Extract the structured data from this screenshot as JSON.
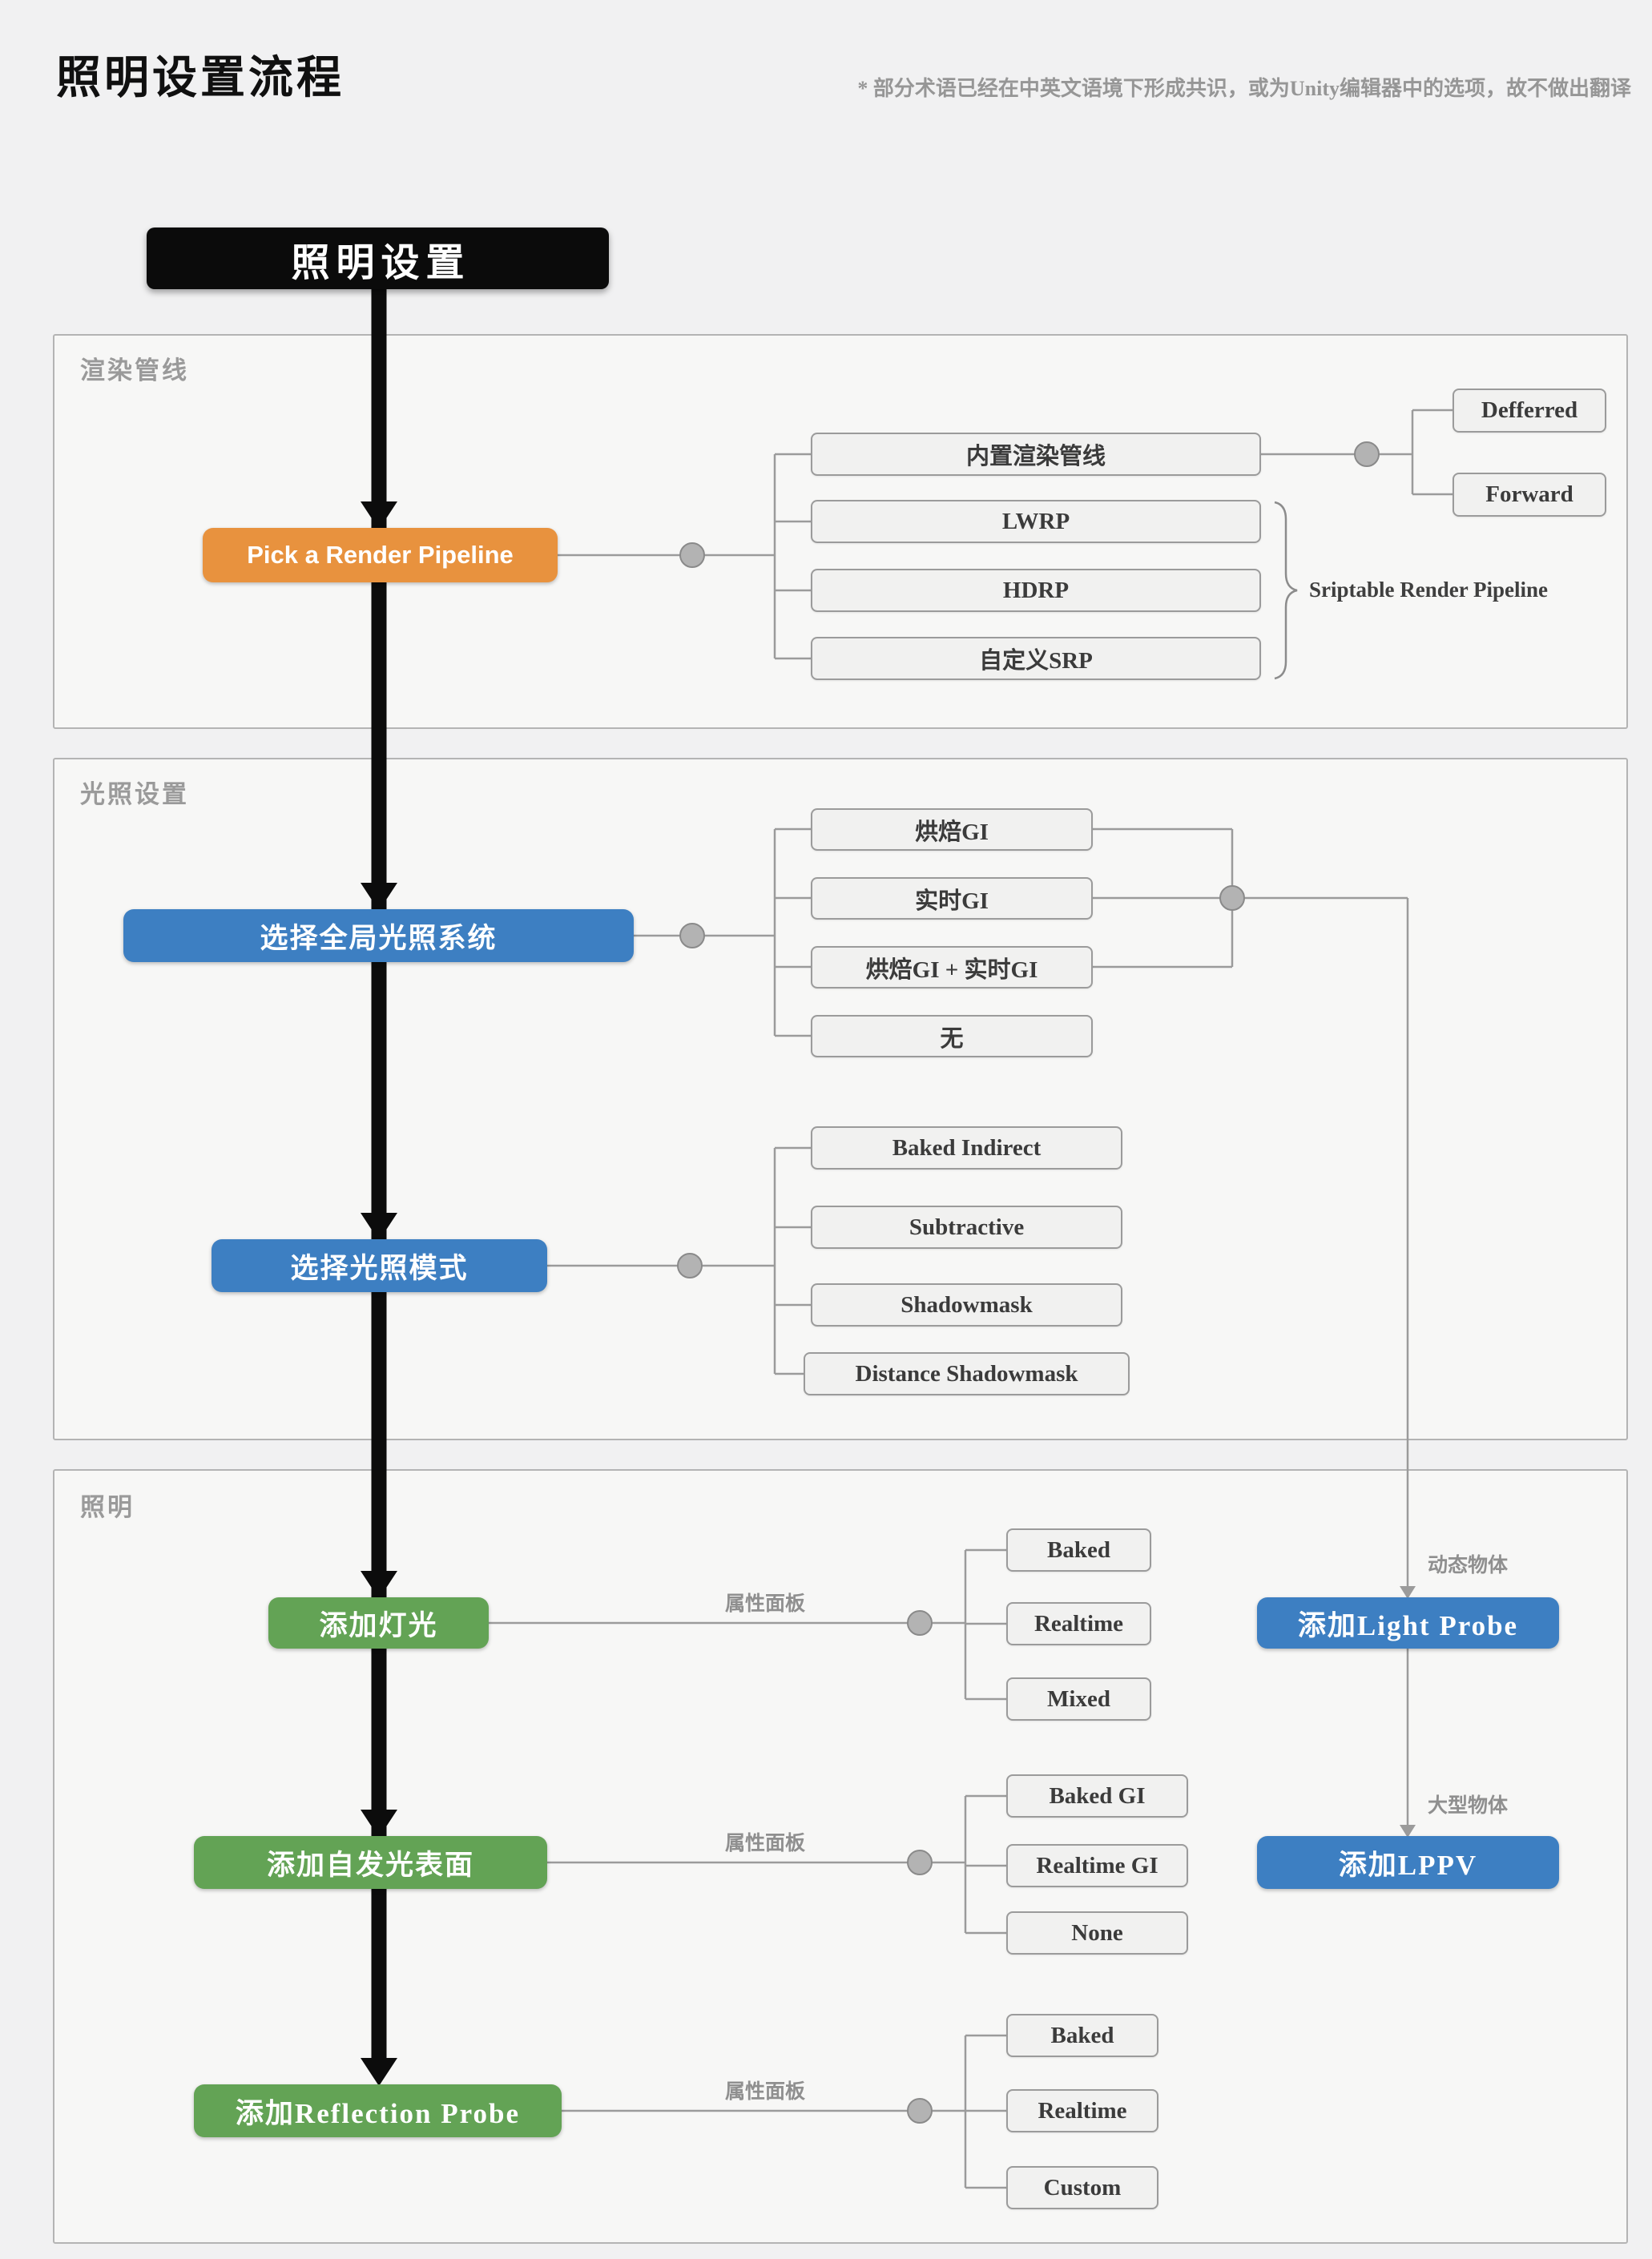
{
  "header": {
    "title": "照明设置流程",
    "note": "* 部分术语已经在中英文语境下形成共识，或为Unity编辑器中的选项，故不做出翻译"
  },
  "start": {
    "label": "照明设置"
  },
  "render_pipeline": {
    "section_label": "渲染管线",
    "action": "Pick a Render Pipeline",
    "options": [
      "内置渲染管线",
      "LWRP",
      "HDRP",
      "自定义SRP"
    ],
    "builtin_targets": [
      "Defferred",
      "Forward"
    ],
    "srp_group_label": "Sriptable Render Pipeline"
  },
  "lighting_settings": {
    "section_label": "光照设置",
    "gi_action": "选择全局光照系统",
    "gi_options": [
      "烘焙GI",
      "实时GI",
      "烘焙GI + 实时GI",
      "无"
    ],
    "mode_action": "选择光照模式",
    "mode_options": [
      "Baked Indirect",
      "Subtractive",
      "Shadowmask",
      "Distance Shadowmask"
    ]
  },
  "lighting": {
    "section_label": "照明",
    "panel_label": "属性面板",
    "add_light": {
      "action": "添加灯光",
      "options": [
        "Baked",
        "Realtime",
        "Mixed"
      ]
    },
    "add_emissive": {
      "action": "添加自发光表面",
      "options": [
        "Baked GI",
        "Realtime GI",
        "None"
      ]
    },
    "add_reflection": {
      "action": "添加Reflection Probe",
      "options": [
        "Baked",
        "Realtime",
        "Custom"
      ]
    },
    "add_light_probe": {
      "action": "添加Light Probe",
      "note": "动态物体"
    },
    "add_lppv": {
      "action": "添加LPPV",
      "note": "大型物体"
    }
  },
  "colors": {
    "start_bg": "#0b0b0b",
    "render_action_bg": "#e8923e",
    "settings_action_bg": "#3d7fc2",
    "lighting_action_bg": "#63a355",
    "option_bg": "#f1f1f0",
    "option_border": "#9b9b9b",
    "connector": "#9b9b9b",
    "section_border": "#b4b4b4"
  }
}
